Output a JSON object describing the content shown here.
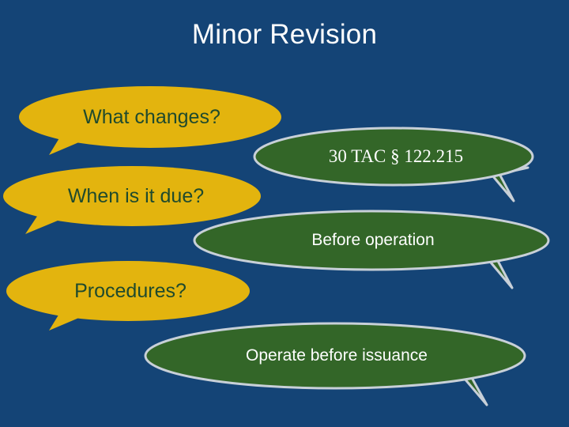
{
  "slide": {
    "title": "Minor Revision",
    "background_color": "#144476",
    "title_color": "#ffffff"
  },
  "theme": {
    "question_fill": "#e3b40e",
    "question_text_color": "#1f4a2d",
    "answer_fill": "#336628",
    "answer_text_color": "#ffffff",
    "answer_border_color": "#c8d0d8"
  },
  "callouts": [
    {
      "id": "what-changes",
      "kind": "question",
      "text": "What changes?",
      "tail": "down-left"
    },
    {
      "id": "tac-reference",
      "kind": "answer",
      "text": "30 TAC § 122.215",
      "tail": "down-right"
    },
    {
      "id": "when-is-it-due",
      "kind": "question",
      "text": "When is it due?",
      "tail": "down-left"
    },
    {
      "id": "before-operation",
      "kind": "answer",
      "text": "Before operation",
      "tail": "down-right"
    },
    {
      "id": "procedures",
      "kind": "question",
      "text": "Procedures?",
      "tail": "down-left"
    },
    {
      "id": "operate-before-issuance",
      "kind": "answer",
      "text": "Operate before issuance",
      "tail": "down-right"
    }
  ]
}
